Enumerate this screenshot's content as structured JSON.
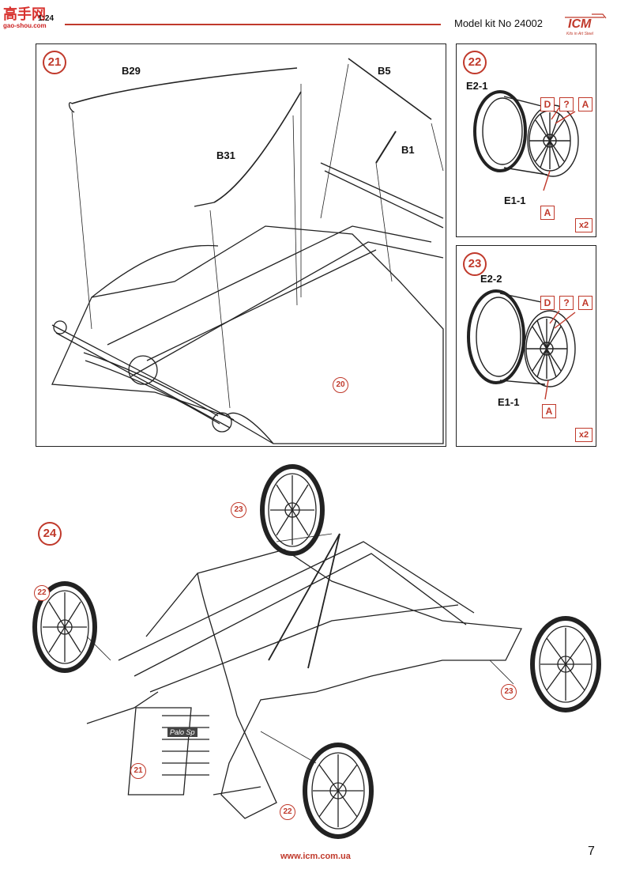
{
  "watermark": {
    "brand": "高手网",
    "sub": "gao-shou.com",
    "scale": "1:24"
  },
  "header": {
    "kit_label": "Model kit No 24002",
    "logo_text": "ICM",
    "logo_tagline": "Kits in Art Steel"
  },
  "steps": {
    "s21": {
      "number": "21",
      "parts": {
        "b29": "B29",
        "b31": "B31",
        "b5": "B5",
        "b1": "B1"
      },
      "ref": "20"
    },
    "s22": {
      "number": "22",
      "parts": {
        "e21": "E2-1",
        "e11": "E1-1"
      },
      "tags": [
        "D",
        "?",
        "A"
      ],
      "tag_a": "A",
      "qty": "x2"
    },
    "s23": {
      "number": "23",
      "parts": {
        "e22": "E2-2",
        "e11": "E1-1"
      },
      "tags": [
        "D",
        "?",
        "A"
      ],
      "tag_a": "A",
      "qty": "x2"
    },
    "s24": {
      "number": "24",
      "refs": {
        "r23a": "23",
        "r22a": "22",
        "r23b": "23",
        "r21": "21",
        "r22b": "22"
      },
      "radiator_badge": "Palo Sp"
    }
  },
  "footer": {
    "url": "www.icm.com.ua",
    "page": "7"
  },
  "colors": {
    "accent": "#c0392b"
  }
}
